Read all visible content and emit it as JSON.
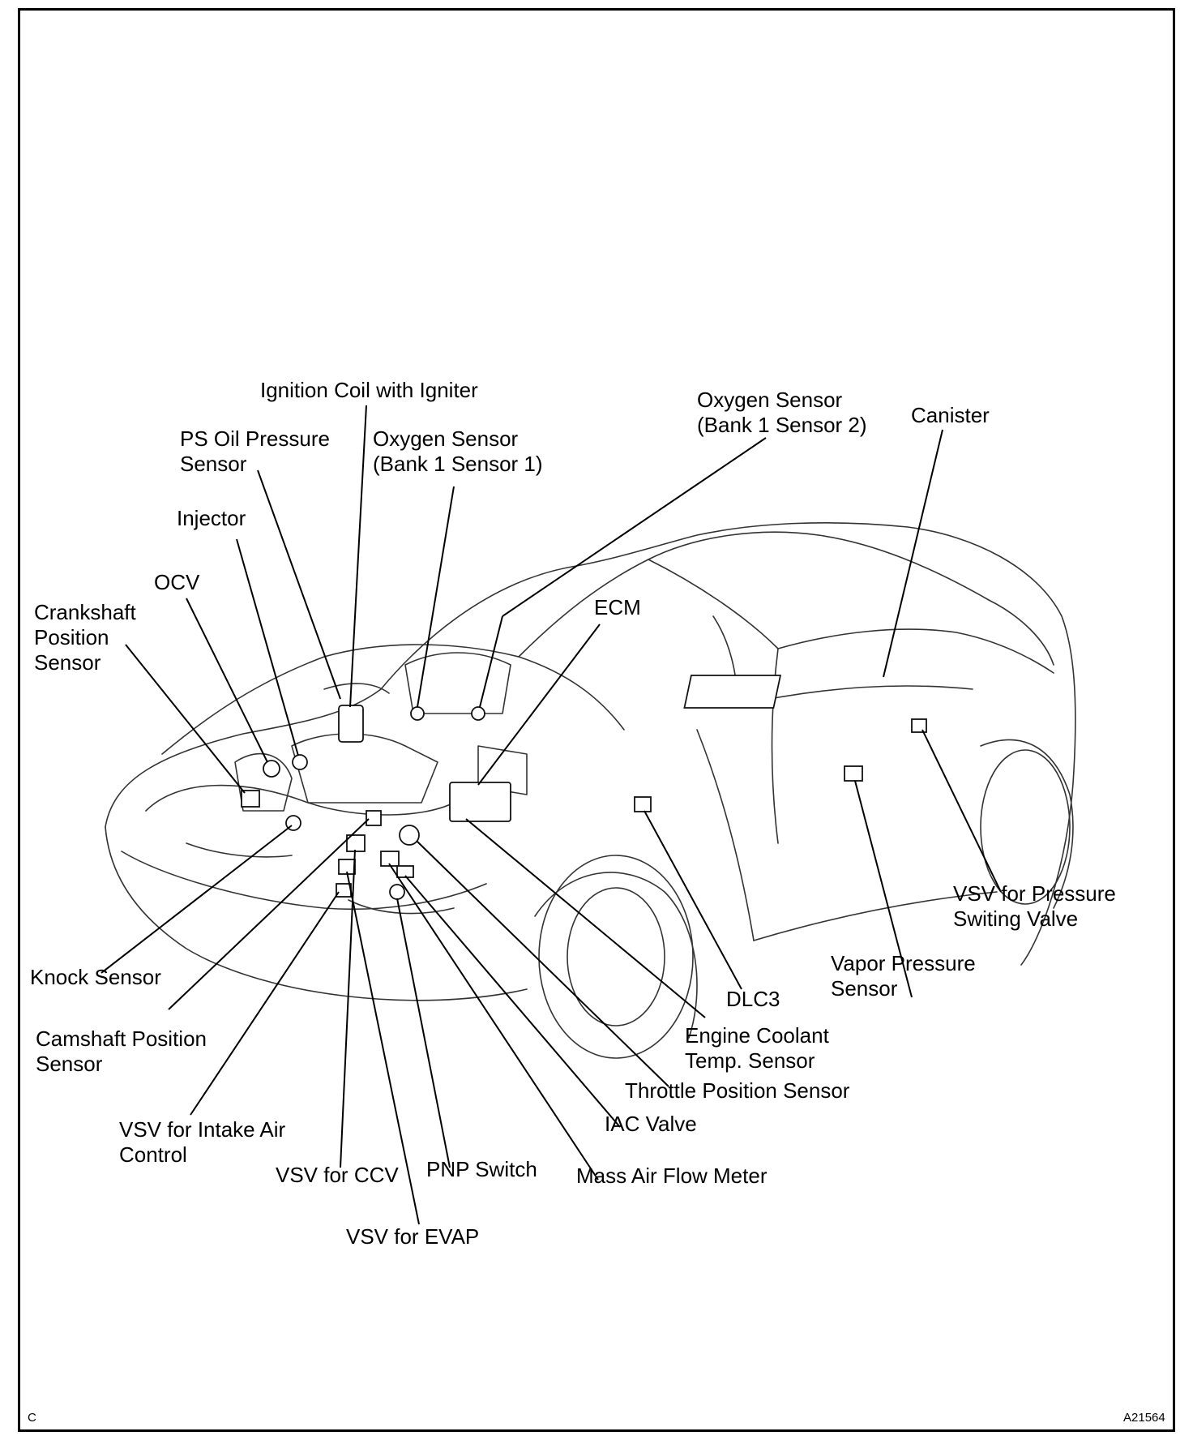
{
  "labels": {
    "ignition_coil": "Ignition Coil with Igniter",
    "ps_oil_pressure": "PS Oil Pressure\nSensor",
    "oxygen_b1s1": "Oxygen Sensor\n(Bank 1 Sensor 1)",
    "oxygen_b1s2": "Oxygen Sensor\n(Bank 1 Sensor 2)",
    "canister": "Canister",
    "injector": "Injector",
    "ocv": "OCV",
    "crankshaft": "Crankshaft\nPosition\nSensor",
    "ecm": "ECM",
    "knock": "Knock Sensor",
    "camshaft": "Camshaft Position\nSensor",
    "vsv_intake": "VSV for Intake Air\nControl",
    "vsv_ccv": "VSV for CCV",
    "pnp": "PNP Switch",
    "vsv_evap": "VSV for EVAP",
    "maf": "Mass Air Flow Meter",
    "iac": "IAC Valve",
    "tps": "Throttle Position Sensor",
    "ect": "Engine Coolant\nTemp. Sensor",
    "dlc3": "DLC3",
    "vapor_pressure": "Vapor Pressure\nSensor",
    "vsv_pressure": "VSV for Pressure\nSwiting Valve"
  },
  "corner_left": "C",
  "figure_code": "A21564"
}
